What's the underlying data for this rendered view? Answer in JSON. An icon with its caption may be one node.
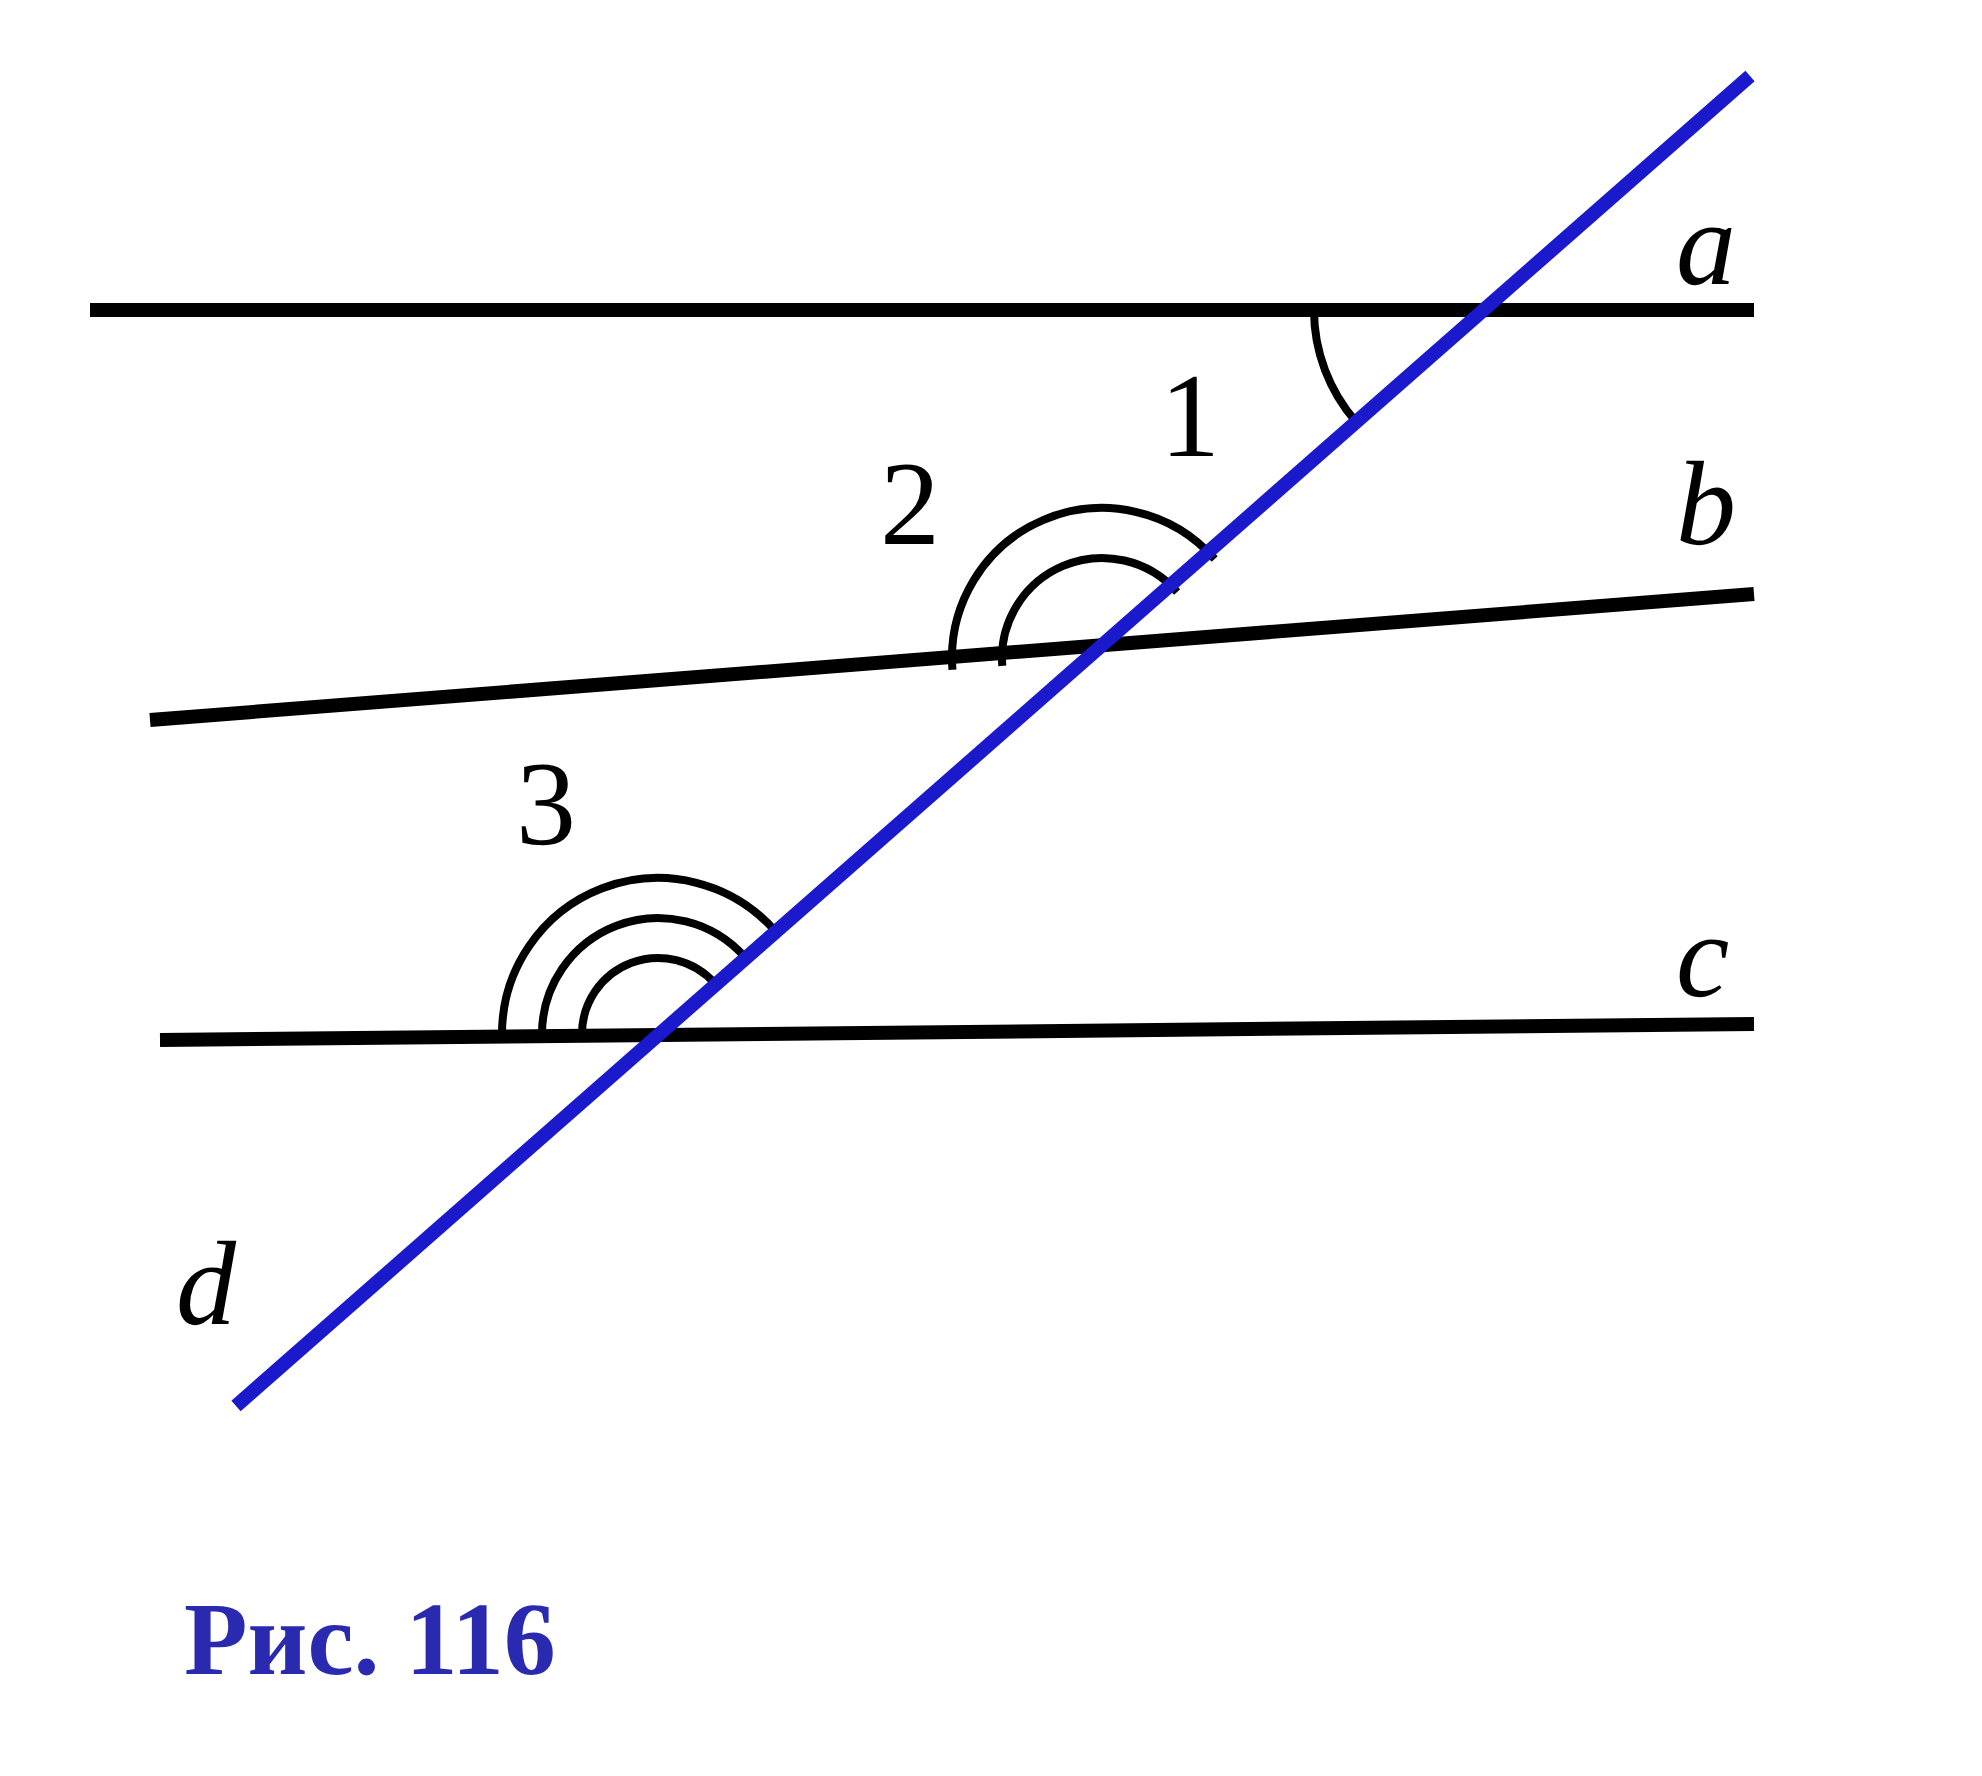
{
  "diagram": {
    "caption": "Рис. 116",
    "labels": [
      "a",
      "1",
      "2",
      "b",
      "3",
      "c",
      "d"
    ]
  }
}
